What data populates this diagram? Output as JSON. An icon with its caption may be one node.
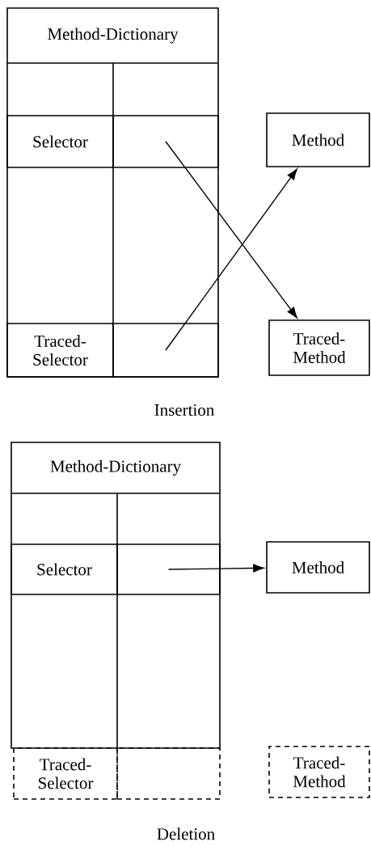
{
  "diagram": {
    "nodes": [
      {
        "text": [
          "Method-Dictionary"
        ]
      },
      {
        "text": [
          "Selector"
        ],
        "in": 0
      },
      {
        "text": [],
        "shape": "box",
        "in": 0
      },
      {
        "text": [
          "Traced- Selector"
        ],
        "in": 0
      },
      {
        "text": [],
        "shape": "box",
        "in": 0
      },
      {
        "text": [
          "Method"
        ]
      },
      {
        "text": [
          "Traced- Method"
        ]
      },
      {
        "text": [
          "Method-Dictionary"
        ]
      },
      {
        "text": [
          "Selector"
        ],
        "in": 7
      },
      {
        "text": [],
        "shape": "box",
        "in": 7
      },
      {
        "text": [
          "Traced- Selector"
        ]
      },
      {
        "text": [],
        "shape": "box"
      },
      {
        "text": [
          "Method"
        ]
      },
      {
        "text": [
          "Traced- Method"
        ]
      }
    ],
    "edges": [
      {
        "from": 2,
        "to": 6,
        "arrow": "to"
      },
      {
        "from": 4,
        "to": 5,
        "arrow": "to"
      },
      {
        "from": 9,
        "to": 12,
        "arrow": "to"
      }
    ],
    "labels": [
      "Insertion",
      "Deletion"
    ]
  }
}
